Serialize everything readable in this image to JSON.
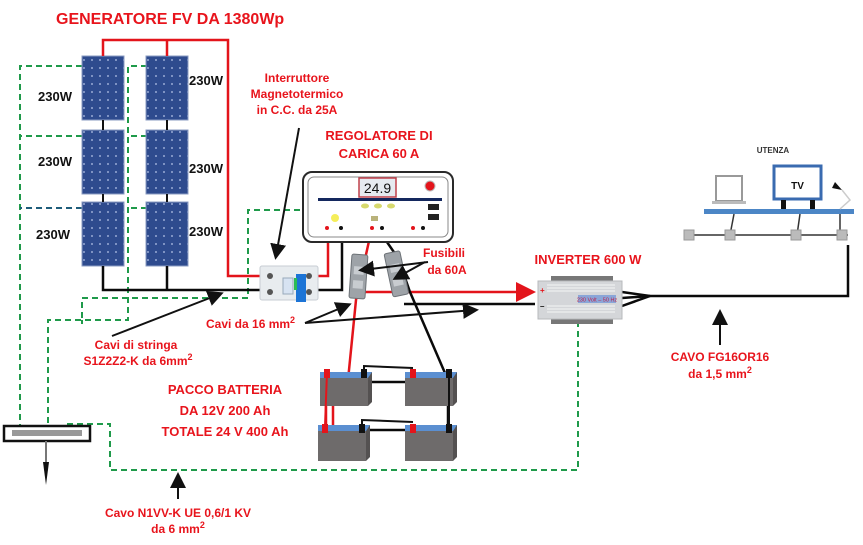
{
  "title": "GENERATORE FV DA 1380Wp",
  "panels": [
    {
      "power": "230W"
    },
    {
      "power": "230W"
    },
    {
      "power": "230W"
    },
    {
      "power": "230W"
    },
    {
      "power": "230W"
    },
    {
      "power": "230W"
    }
  ],
  "breaker_label": [
    "Interruttore",
    "Magnetotermico",
    "in C.C. da 25A"
  ],
  "regulator": {
    "label": [
      "REGOLATORE DI",
      "CARICA 60 A"
    ],
    "display_value": "24.9"
  },
  "fuses_label": [
    "Fusibili",
    "da 60A"
  ],
  "inverter": {
    "label": "INVERTER 600 W",
    "plate": "230 Volt – 50 Hz",
    "plus": "+",
    "minus": "–"
  },
  "load": {
    "label": "UTENZA",
    "tv": "TV"
  },
  "cables_16_label": {
    "text": "Cavi da 16 mm",
    "sup": "2"
  },
  "string_cables_label": {
    "line1": "Cavi di stringa",
    "line2": "S1Z2Z2-K da 6mm",
    "sup": "2"
  },
  "battery_label": [
    "PACCO BATTERIA",
    "DA 12V 200 Ah",
    "TOTALE 24 V 400 Ah"
  ],
  "ac_cable_label": {
    "line1": "CAVO FG16OR16",
    "line2": "da 1,5 mm",
    "sup": "2"
  },
  "ground_cable_label": {
    "line1": "Cavo N1VV-K UE 0,6/1 KV",
    "line2": "da 6 mm",
    "sup": "2"
  },
  "colors": {
    "positive": "#e3141b",
    "negative": "#0a0a0a",
    "ground": "#1f9a4a",
    "label_red": "#e8141c",
    "panel_blue": "#2d4a8c"
  }
}
